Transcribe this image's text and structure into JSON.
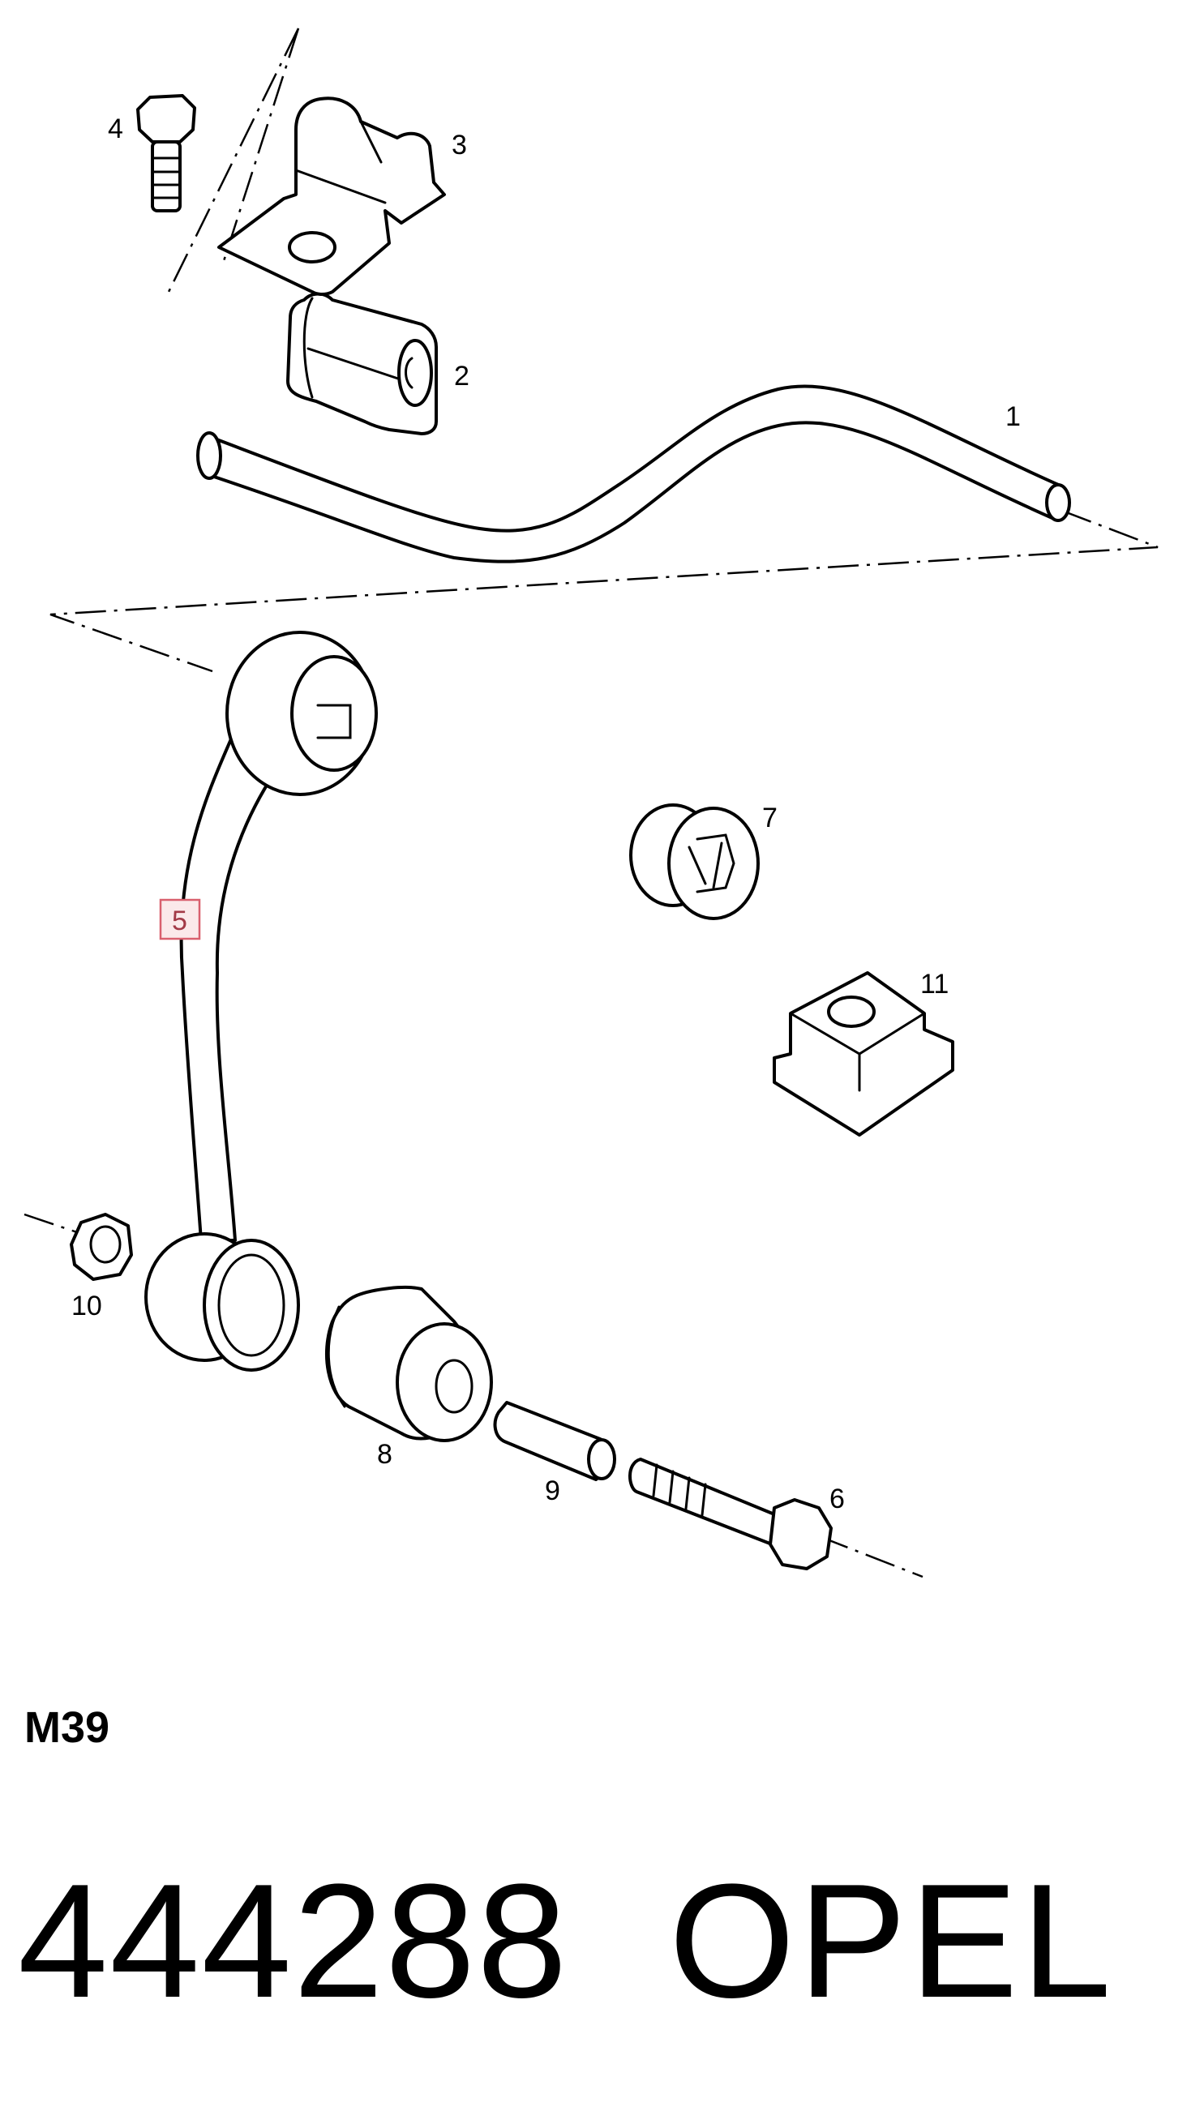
{
  "diagram": {
    "callouts": {
      "p1": "1",
      "p2": "2",
      "p3": "3",
      "p4": "4",
      "p5": "5",
      "p6": "6",
      "p7": "7",
      "p8": "8",
      "p9": "9",
      "p10": "10",
      "p11": "11"
    },
    "highlighted_callout": "5",
    "highlight_color": "#d9606e"
  },
  "footer": {
    "model_code": "M39",
    "part_number": "444288",
    "brand": "OPEL"
  }
}
